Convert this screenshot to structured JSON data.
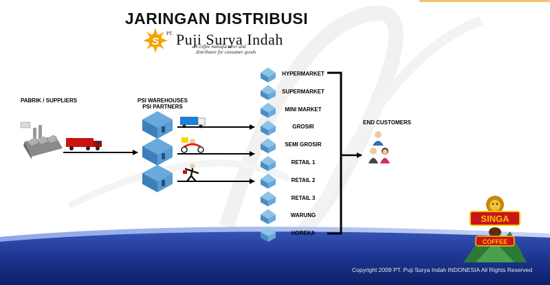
{
  "header": {
    "title": "JARINGAN DISTRIBUSI",
    "company_prefix": "PT.",
    "company_name": "Puji Surya Indah",
    "tagline_line1": "A coffee manufacturer and",
    "tagline_line2": "distributor for consumer goods"
  },
  "diagram": {
    "source_label": "PABRIK / SUPPLIERS",
    "warehouse_label_line1": "PSI WAREHOUSES",
    "warehouse_label_line2": "PSI PARTNERS",
    "end_label": "END CUSTOMERS",
    "outlets": [
      "HYPERMARKET",
      "SUPERMARKET",
      "MINI MARKET",
      "GROSIR",
      "SEMI GROSIR",
      "RETAIL 1",
      "RETAIL 2",
      "RETAIL 3",
      "WARUNG",
      "HOREKA"
    ]
  },
  "brand": {
    "badge_top": "SINGA",
    "badge_bottom": "COFFEE"
  },
  "footer": {
    "copyright": "Copyright 2009 PT. Puji Surya Indah INDONESIA All Rights Reserved"
  },
  "colors": {
    "house_blue": "#4a90c8",
    "footer_blue": "#1f3a8f",
    "accent_gold": "#f5a300",
    "truck_red": "#cc1111"
  }
}
